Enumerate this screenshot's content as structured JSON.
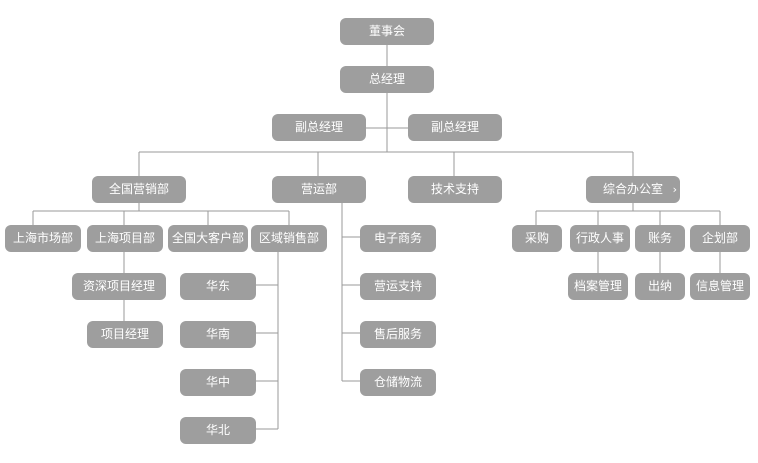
{
  "org": {
    "board": "董事会",
    "gm": "总经理",
    "vgm_left": "副总经理",
    "vgm_right": "副总经理",
    "national_sales": "全国营销部",
    "operations": "营运部",
    "tech_support": "技术支持",
    "general_office": "综合办公室",
    "shanghai_market": "上海市场部",
    "shanghai_project": "上海项目部",
    "key_accounts": "全国大客户部",
    "regional_sales": "区域销售部",
    "senior_pm": "资深项目经理",
    "pm": "项目经理",
    "east": "华东",
    "south": "华南",
    "central": "华中",
    "north": "华北",
    "ecommerce": "电子商务",
    "ops_support": "营运支持",
    "after_sales": "售后服务",
    "logistics": "仓储物流",
    "purchasing": "采购",
    "hr_admin": "行政人事",
    "accounts": "账务",
    "planning": "企划部",
    "archives": "档案管理",
    "cashier": "出纳",
    "info_mgmt": "信息管理"
  },
  "colors": {
    "node_fill": "#9e9e9e",
    "node_text": "#ffffff",
    "connector": "#9a9a9a"
  }
}
